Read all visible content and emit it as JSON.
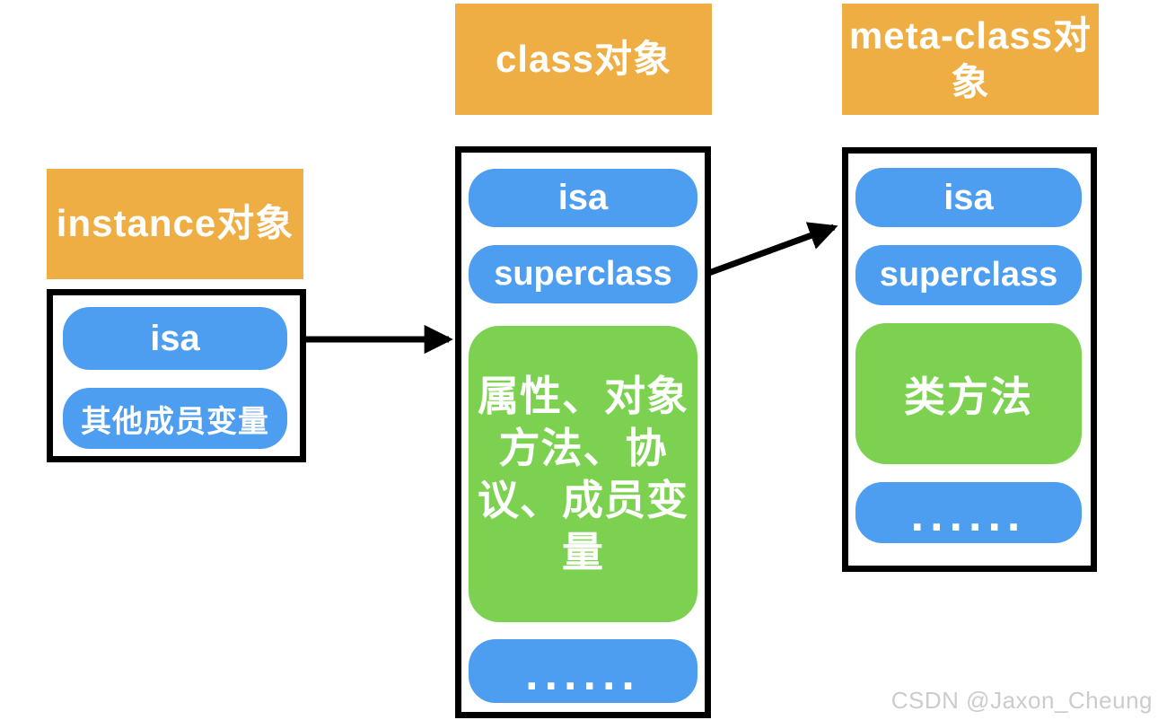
{
  "page": {
    "background": "#ffffff",
    "watermark": "CSDN @Jaxon_Cheung"
  },
  "colors": {
    "header_orange": "#EEAE44",
    "pill_blue": "#4D9DF0",
    "box_green": "#7CD250",
    "box_border": "#000000",
    "label_text": "#ffffff",
    "arrow_black": "#000000",
    "watermark_gray": "#cccccc"
  },
  "columns": [
    {
      "header": "instance对象",
      "cells": [
        {
          "label": "isa",
          "color": "blue"
        },
        {
          "label": "其他成员变量",
          "color": "blue"
        }
      ]
    },
    {
      "header": "class对象",
      "cells": [
        {
          "label": "isa",
          "color": "blue"
        },
        {
          "label": "superclass",
          "color": "blue"
        },
        {
          "label": "属性、对象方法、协议、成员变量",
          "color": "green"
        },
        {
          "label": "......",
          "color": "blue"
        }
      ]
    },
    {
      "header": "meta-class对象",
      "cells": [
        {
          "label": "isa",
          "color": "blue"
        },
        {
          "label": "superclass",
          "color": "blue"
        },
        {
          "label": "类方法",
          "color": "green"
        },
        {
          "label": "......",
          "color": "blue"
        }
      ]
    }
  ],
  "arrows": [
    {
      "from": "instance-object isa",
      "to": "class-object box"
    },
    {
      "from": "class-object superclass",
      "to": "meta-class-object box"
    }
  ]
}
